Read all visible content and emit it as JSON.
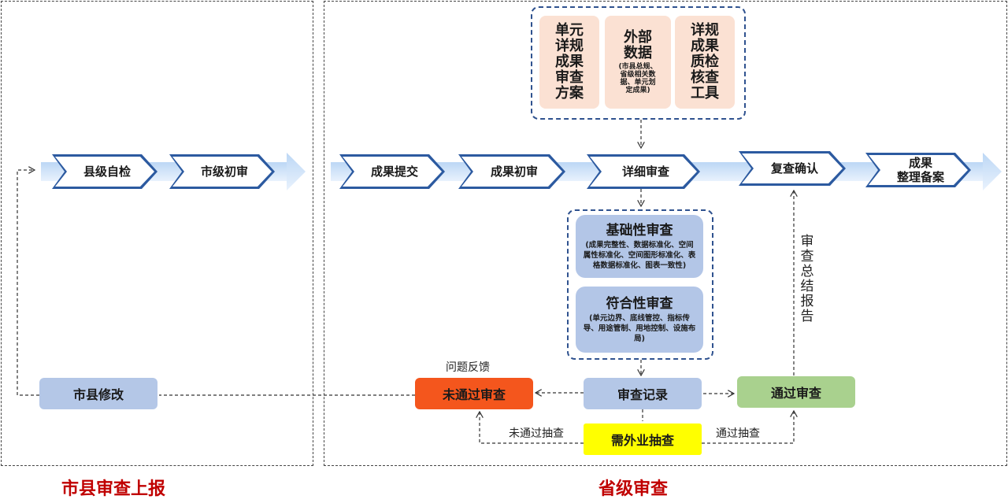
{
  "regions": {
    "city_county_footer": "市县审查上报",
    "provincial_footer": "省级审查"
  },
  "flow_left": [
    "县级自检",
    "市级初审"
  ],
  "flow_right": [
    "成果提交",
    "成果初审",
    "详细审查",
    "复查确认",
    "成果\n整理备案"
  ],
  "sources": [
    {
      "main": "单元\n详规\n成果\n审查\n方案",
      "sub": ""
    },
    {
      "main": "外部\n数据",
      "sub": "(市县总规、\n省级相关数\n据、单元划\n定成果)"
    },
    {
      "main": "详规\n成果\n质检\n核查\n工具",
      "sub": ""
    }
  ],
  "checks": [
    {
      "title": "基础性审查",
      "desc": "(成果完整性、数据标准化、空间属性标准化、空间图形标准化、表格数据标准化、图表一致性)"
    },
    {
      "title": "符合性审查",
      "desc": "(单元边界、底线管控、指标传导、用途管制、用地控制、设施布局)"
    }
  ],
  "nodes": {
    "revise": "市县修改",
    "fail": "未通过审查",
    "record": "审查记录",
    "pass": "通过审查",
    "spot": "需外业抽查"
  },
  "labels": {
    "feedback": "问题反馈",
    "spot_fail": "未通过抽查",
    "spot_pass": "通过抽查",
    "summary": "审查总结报告"
  },
  "colors": {
    "chevron_border": "#2c5aa0",
    "band": "#bcd7f5",
    "source_fill": "#fbe1d3",
    "check_fill": "#b3c6e7",
    "revise_fill": "#b4c7e7",
    "fail_fill": "#f4561d",
    "record_fill": "#b4c7e7",
    "pass_fill": "#a9d18e",
    "spot_fill": "#ffff00",
    "footer_text": "#c00000"
  }
}
